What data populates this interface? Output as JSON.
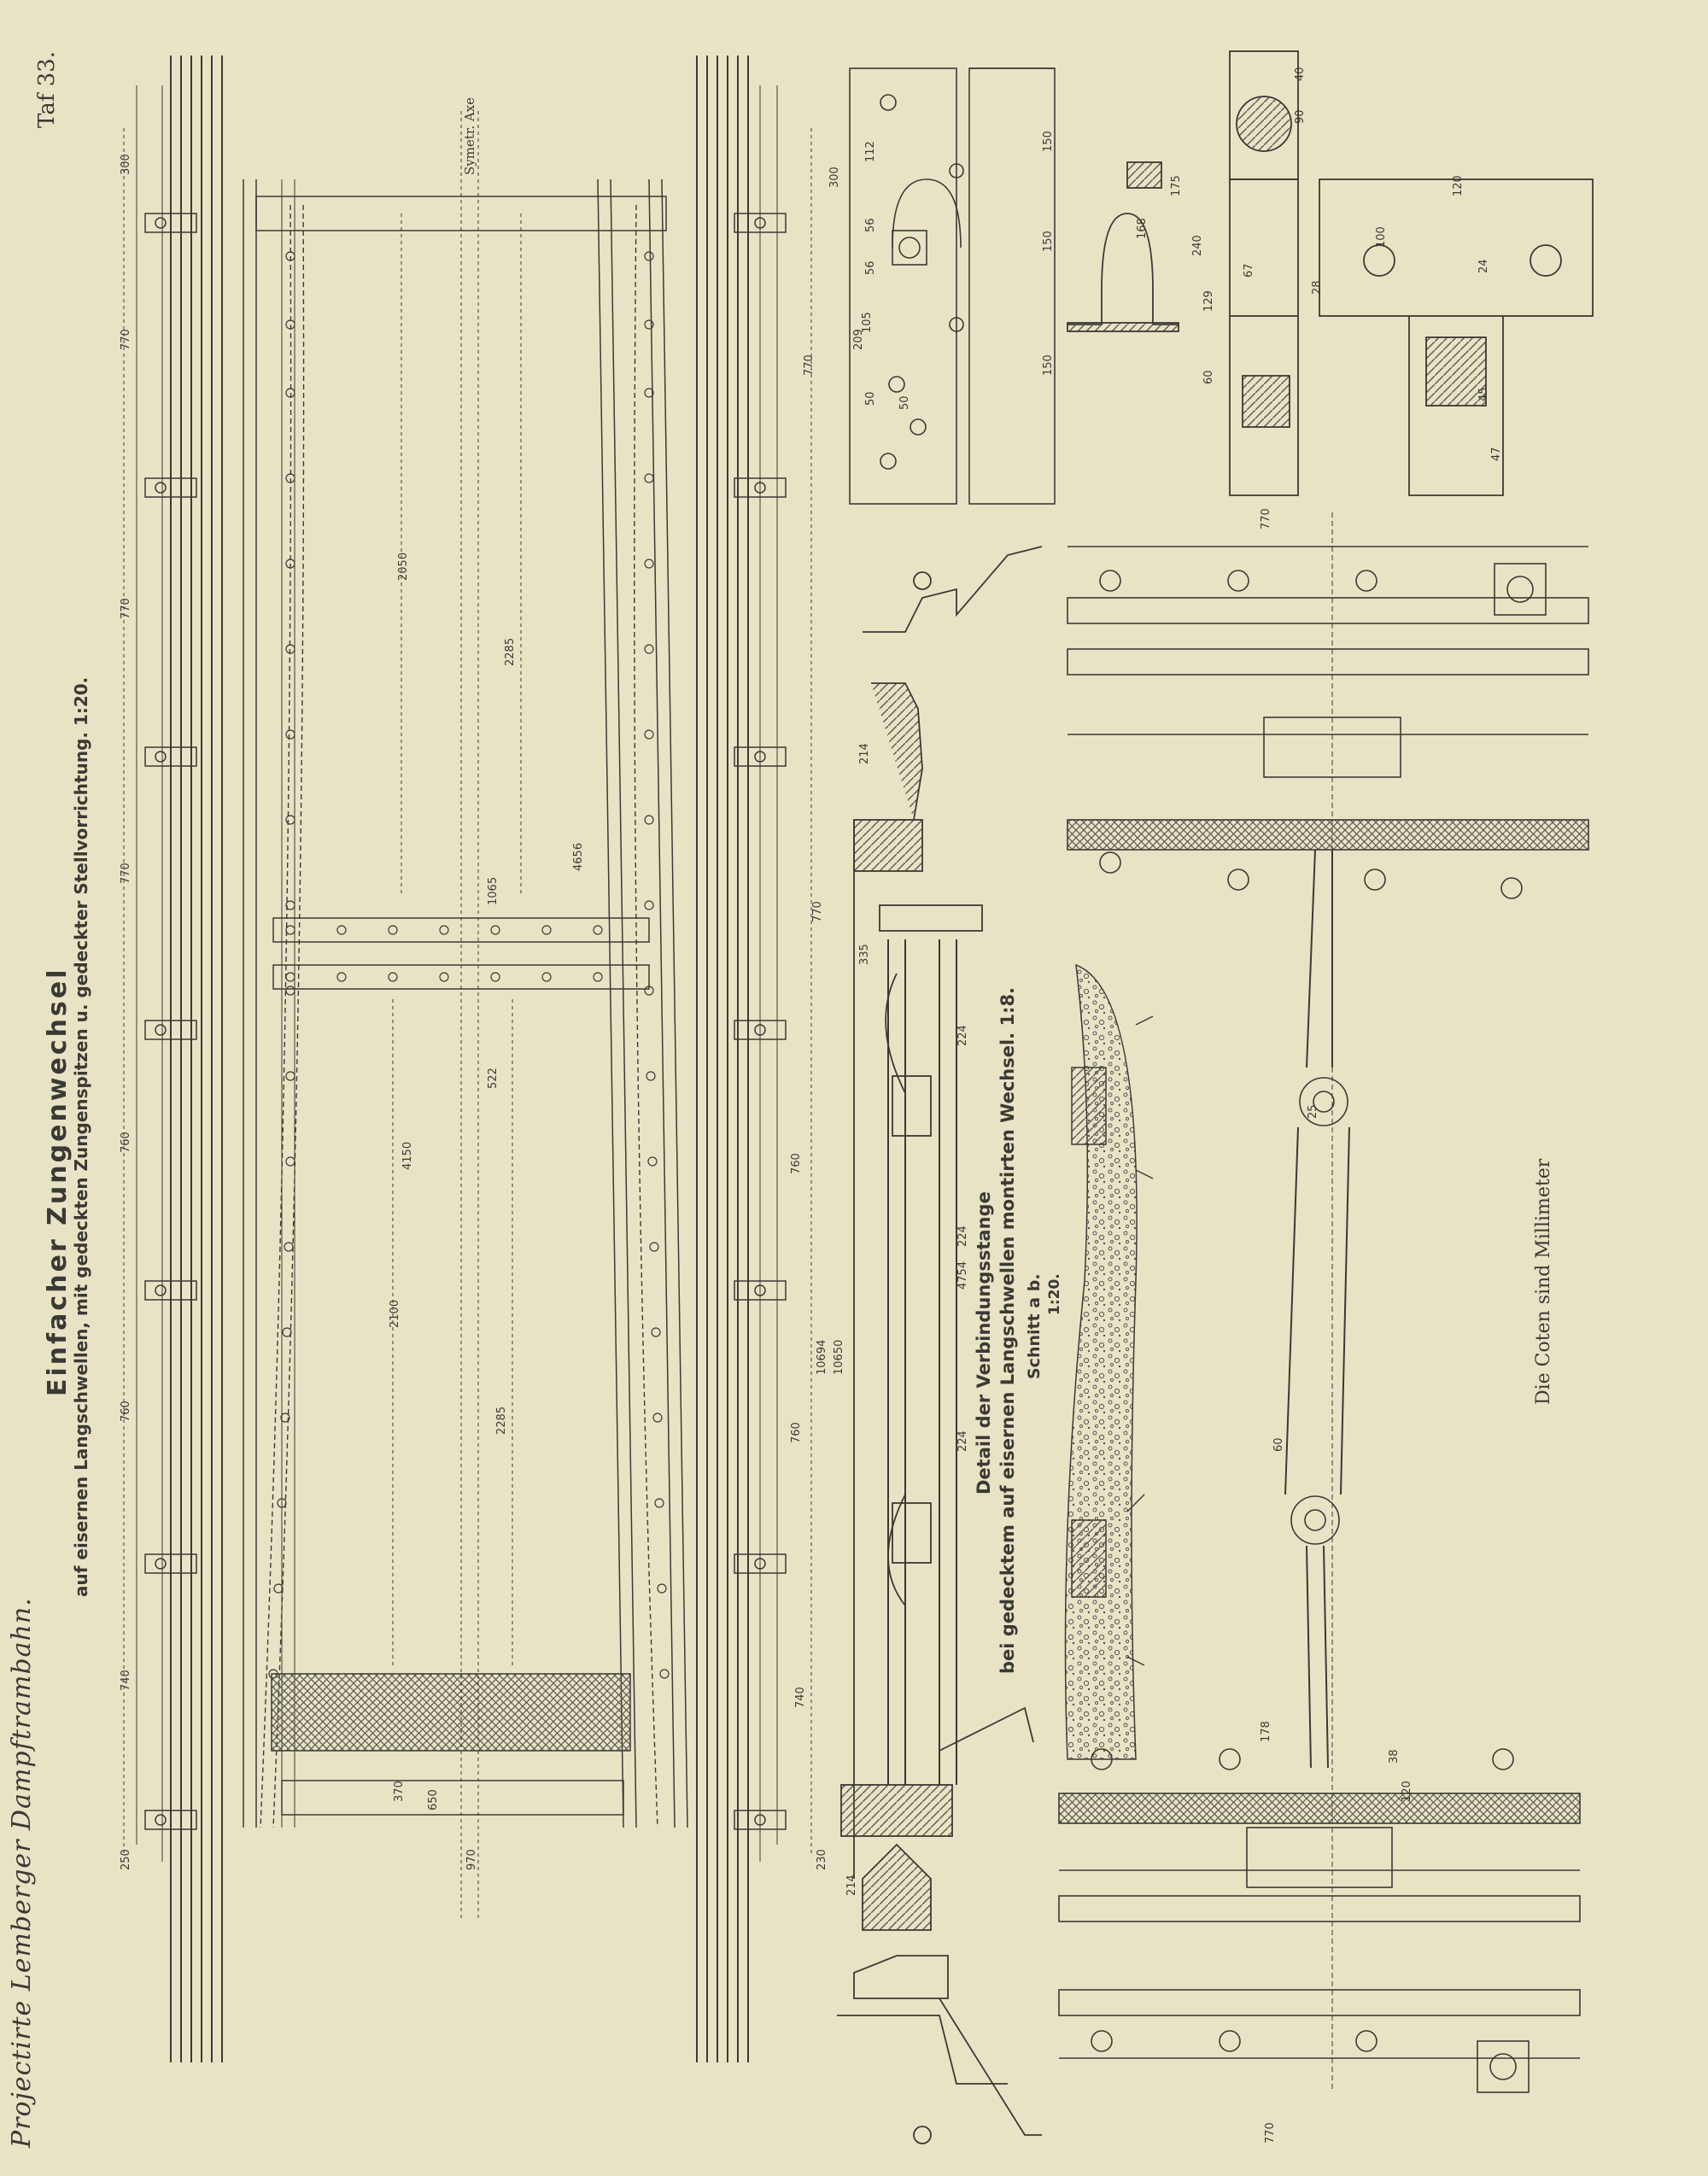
{
  "plate": "Taf 33.",
  "project": "Projectirte Lemberger Dampftrambahn.",
  "units_note": "Die Coten sind Millimeter",
  "title": {
    "main": "Einfacher Zungenwechsel",
    "sub": "auf eisernen Langschwellen, mit gedeckten Zungenspitzen u. gedeckter Stellvorrichtung. 1:20."
  },
  "detail": {
    "line1": "Detail der Verbindungsstange",
    "line2": "bei gedecktem auf eisernen Langschwellen montirten Wechsel. 1:8.",
    "line3": "Schnitt a b.",
    "line4": "1:20."
  },
  "axis_label": "Symetr. Axe",
  "colors": {
    "paper": "#e9e3c6",
    "ink": "#3a3a34",
    "hatch": "#5a5a52"
  },
  "dimensions": {
    "left_column": [
      "300",
      "770",
      "770",
      "770",
      "760",
      "760",
      "740",
      "250"
    ],
    "center": [
      "2050",
      "2285",
      "4656",
      "4150",
      "2100",
      "2285",
      "1065",
      "522",
      "370",
      "650",
      "970"
    ],
    "right_column": [
      "770",
      "770",
      "214",
      "335",
      "760",
      "760",
      "740",
      "230",
      "214",
      "10694",
      "10650",
      "4754",
      "224",
      "224",
      "224"
    ],
    "detail": [
      "150",
      "150",
      "150",
      "300",
      "112",
      "56",
      "56",
      "105",
      "209",
      "50",
      "50",
      "100",
      "120",
      "240",
      "175",
      "168",
      "90",
      "40",
      "67",
      "129",
      "60",
      "28",
      "24",
      "45",
      "47",
      "770",
      "770",
      "178",
      "120",
      "38",
      "60",
      "25"
    ]
  }
}
